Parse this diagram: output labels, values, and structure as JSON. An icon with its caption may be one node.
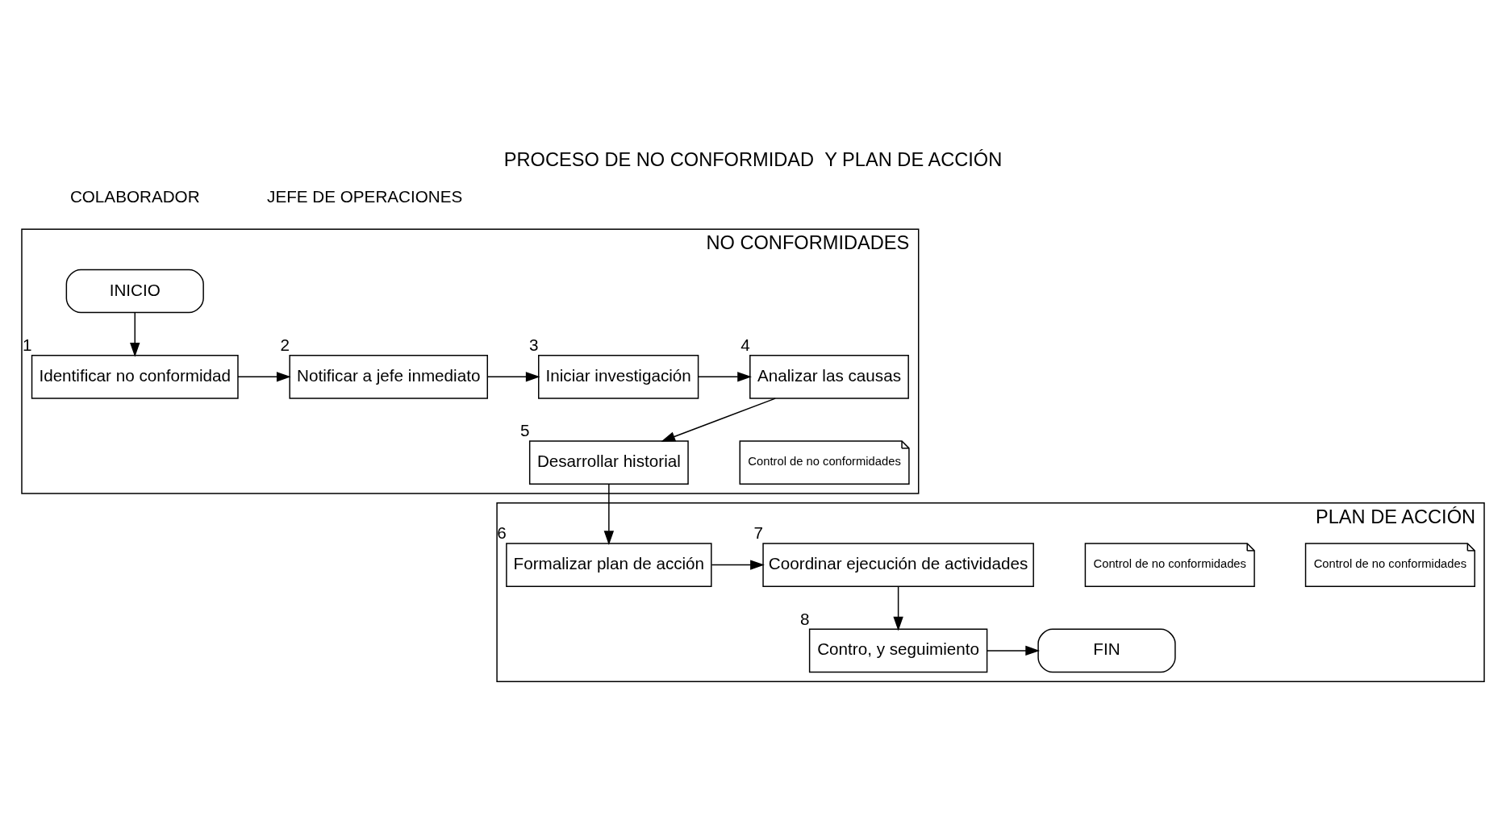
{
  "diagram": {
    "title": "PROCESO DE NO CONFORMIDAD  Y PLAN DE ACCIÓN",
    "nodes": [
      {
        "text": [
          "NO CONFORMIDADES"
        ]
      },
      {
        "text": [
          "PLAN DE ACCIÓN"
        ]
      },
      {
        "text": [
          "INICIO"
        ],
        "in": 0
      },
      {
        "text": [
          "Identificar no conformidad"
        ],
        "beside": [
          "1"
        ],
        "in": 0
      },
      {
        "text": [
          "Notificar a jefe inmediato"
        ],
        "beside": [
          "2"
        ],
        "in": 0
      },
      {
        "text": [
          "Iniciar investigación"
        ],
        "beside": [
          "3"
        ],
        "in": 0
      },
      {
        "text": [
          "Analizar las causas"
        ],
        "beside": [
          "4"
        ],
        "in": 0
      },
      {
        "text": [
          "Desarrollar historial"
        ],
        "beside": [
          "5"
        ],
        "in": 0
      },
      {
        "text": [
          "Control de no conformidades"
        ],
        "in": 0
      },
      {
        "text": [
          "Formalizar plan de acción"
        ],
        "beside": [
          "6"
        ],
        "in": 1
      },
      {
        "text": [
          "Control de no conformidades"
        ],
        "in": 1
      },
      {
        "text": [
          "Coordinar ejecución de actividades"
        ],
        "beside": [
          "7"
        ],
        "in": 1
      },
      {
        "text": [
          "Control de no conformidades"
        ],
        "in": 1
      },
      {
        "text": [
          "Contro, y seguimiento"
        ],
        "beside": [
          "8"
        ],
        "in": 1
      },
      {
        "text": [
          "FIN"
        ],
        "in": 1
      }
    ],
    "edges": [
      {
        "from": 2,
        "to": 3,
        "arrow": "to"
      },
      {
        "from": 3,
        "to": 4,
        "arrow": "to"
      },
      {
        "from": 4,
        "to": 5,
        "arrow": "to"
      },
      {
        "from": 5,
        "to": 6,
        "arrow": "to"
      },
      {
        "from": 6,
        "to": 7,
        "arrow": "to"
      },
      {
        "from": 7,
        "to": 9,
        "arrow": "to"
      },
      {
        "from": 9,
        "to": 11,
        "arrow": "to"
      },
      {
        "from": 11,
        "to": 13,
        "arrow": "to"
      },
      {
        "from": 13,
        "to": 14,
        "arrow": "to"
      }
    ],
    "labels": [
      "COLABORADOR",
      "JEFE DE OPERACIONES"
    ]
  }
}
